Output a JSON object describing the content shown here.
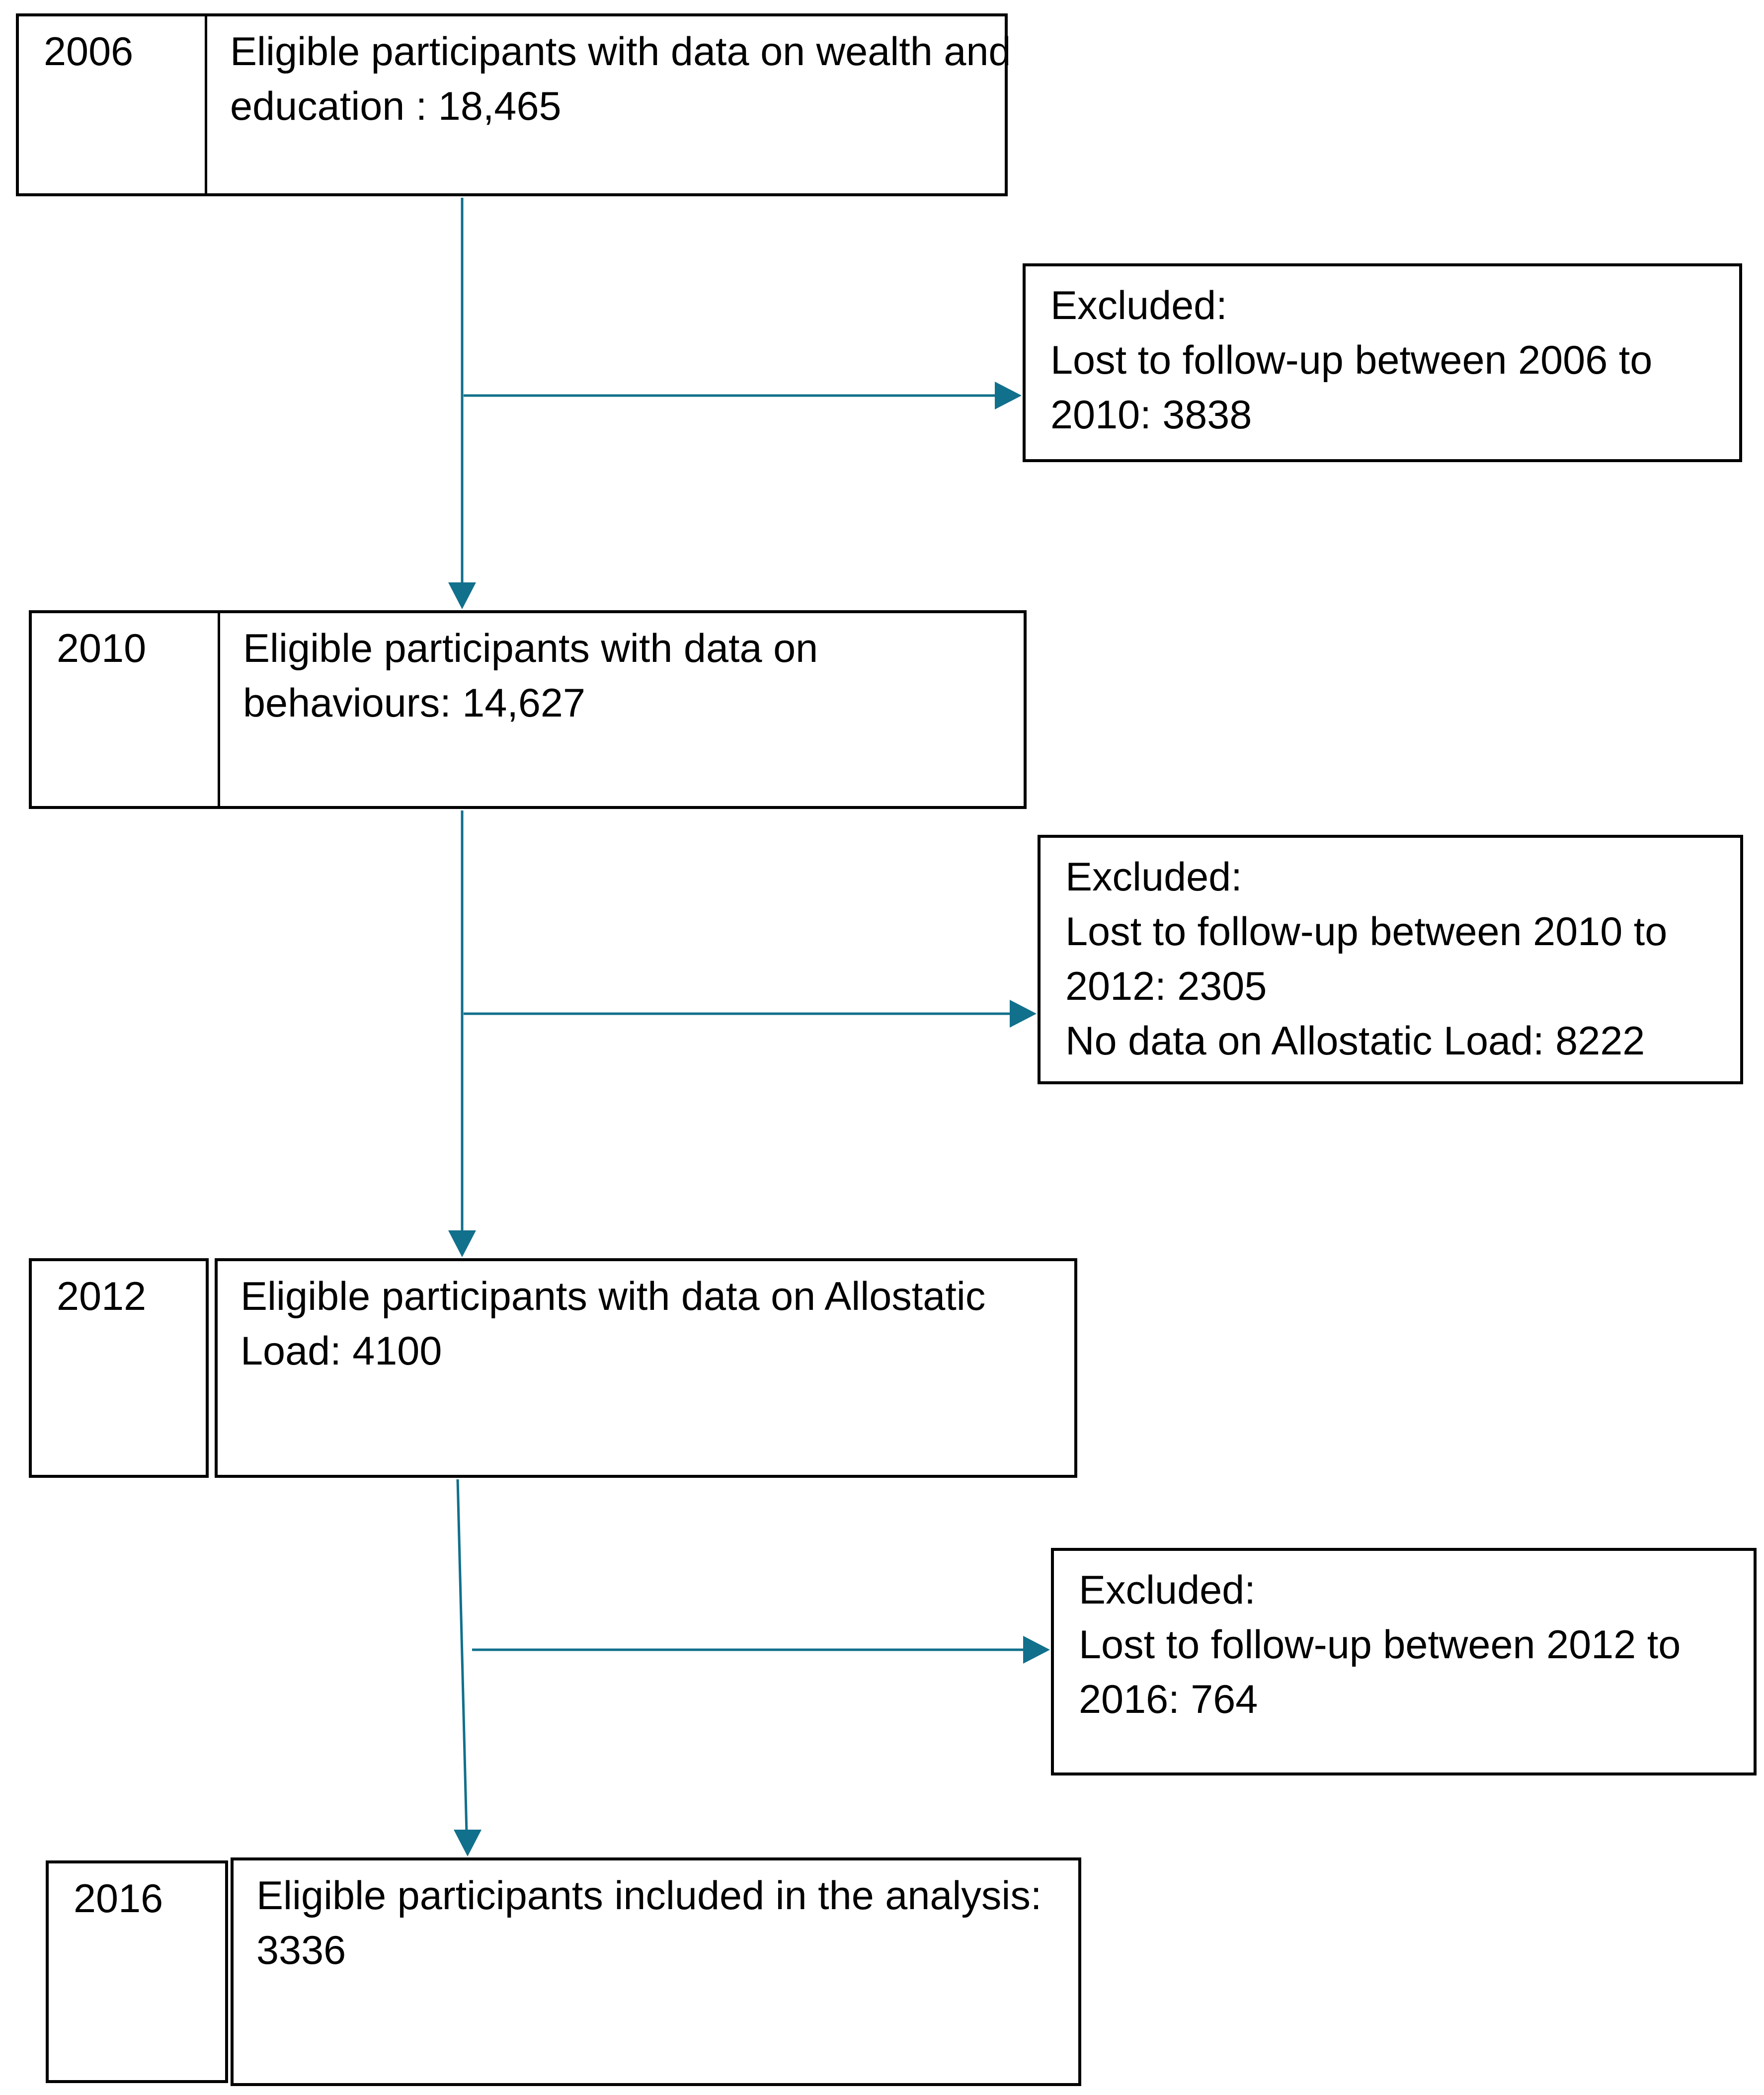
{
  "colors": {
    "arrow": "#11708C",
    "box_border": "#000000",
    "text": "#000000",
    "background": "#FFFFFF"
  },
  "stages": [
    {
      "year": "2006",
      "lines": [
        "Eligible participants with data on wealth and",
        "education : 18,465"
      ]
    },
    {
      "year": "2010",
      "lines": [
        "Eligible participants with data on",
        "behaviours: 14,627"
      ]
    },
    {
      "year": "2012",
      "lines": [
        "Eligible participants with data on Allostatic",
        "Load: 4100"
      ]
    },
    {
      "year": "2016",
      "lines": [
        "Eligible participants included in the analysis:",
        "3336"
      ]
    }
  ],
  "exclusions": [
    {
      "lines": [
        "Excluded:",
        "Lost to follow-up between 2006 to",
        "2010: 3838"
      ]
    },
    {
      "lines": [
        "Excluded:",
        "Lost to follow-up between 2010 to",
        "2012: 2305",
        "No data on Allostatic Load: 8222"
      ]
    },
    {
      "lines": [
        "Excluded:",
        "Lost to follow-up between 2012 to",
        "2016: 764"
      ]
    }
  ]
}
